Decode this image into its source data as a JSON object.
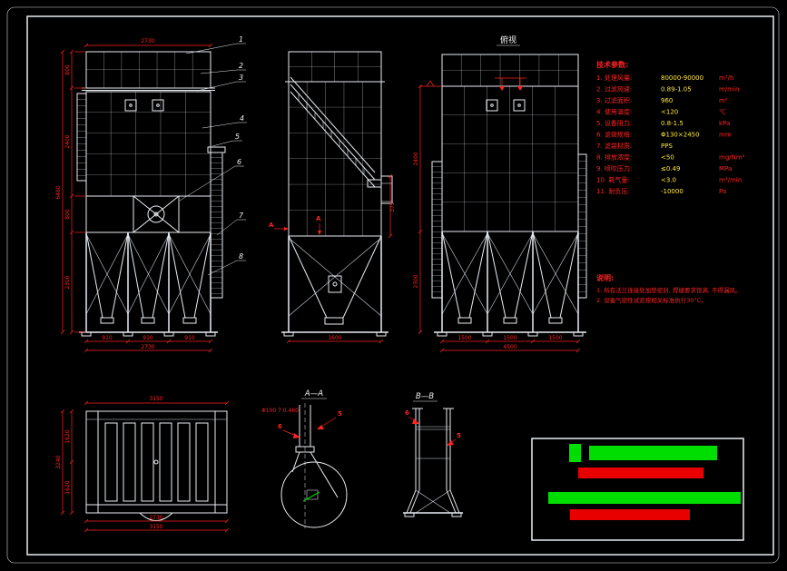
{
  "palette": {
    "background": "#000000",
    "linework": "#e9edf2",
    "dimension_red": "#ff2222",
    "value_yellow": "#ffe93d",
    "bar_green": "#00dd00",
    "bar_red": "#e80000"
  },
  "labels": {
    "top_view_label": "俯视",
    "section_a": "A—A",
    "section_b": "B—B",
    "aa_note": "Φ100 7 0.460",
    "marker_a": "A",
    "marker_b": "B",
    "marker_5": "5",
    "marker_6": "6"
  },
  "callouts": [
    "1",
    "2",
    "3",
    "4",
    "5",
    "6",
    "7",
    "8"
  ],
  "tech_params": {
    "title": "技术参数:",
    "items": [
      {
        "label": "1.  处理风量:",
        "value": "80000-90000",
        "unit": "m³/h"
      },
      {
        "label": "2.  过滤风速:",
        "value": "0.89-1.05",
        "unit": "m/min"
      },
      {
        "label": "3.  过滤面积:",
        "value": "960",
        "unit": "m²"
      },
      {
        "label": "4.  使用温度:",
        "value": "<120",
        "unit": "℃"
      },
      {
        "label": "5.  设备阻力:",
        "value": "0.8-1.5",
        "unit": "kPa"
      },
      {
        "label": "6.  滤袋规格:",
        "value": "Φ130×2450",
        "unit": "mm"
      },
      {
        "label": "7.  滤袋材质:",
        "value": "PPS",
        "unit": ""
      },
      {
        "label": "8.  排放浓度:",
        "value": "<50",
        "unit": "mg/Nm³"
      },
      {
        "label": "9.  喷吹压力:",
        "value": "≤0.49",
        "unit": "MPa"
      },
      {
        "label": "10. 耗气量:",
        "value": "<3.0",
        "unit": "m³/min"
      },
      {
        "label": "11. 耐负压:",
        "value": "-10000",
        "unit": "Pa"
      }
    ]
  },
  "notes": {
    "title": "说明:",
    "lines": [
      "1. 所有法兰连接处加垫密封, 焊缝要求饱满, 不得漏风。",
      "2. 设备气密性试验按相关标准执行30°C。"
    ]
  },
  "dims": {
    "f_left1": "800",
    "f_left2": "2400",
    "f_left3": "800",
    "f_left4": "2300",
    "f_left_total": "6480",
    "f_top": "2730",
    "f_bot1": "910",
    "f_bot2": "910",
    "f_bot3": "910",
    "f_bot_total": "2730",
    "s_bot": "1600",
    "s_right": "375",
    "t_bot1": "1500",
    "t_bot2": "1500",
    "t_bot3": "1500",
    "t_bot_total": "4500",
    "t_left1": "2400",
    "t_left2": "2300",
    "p_top": "3150",
    "p_left1": "1620",
    "p_left2": "1620",
    "p_left_total": "3240",
    "p_bot1": "2730",
    "p_bot2": "3150"
  }
}
